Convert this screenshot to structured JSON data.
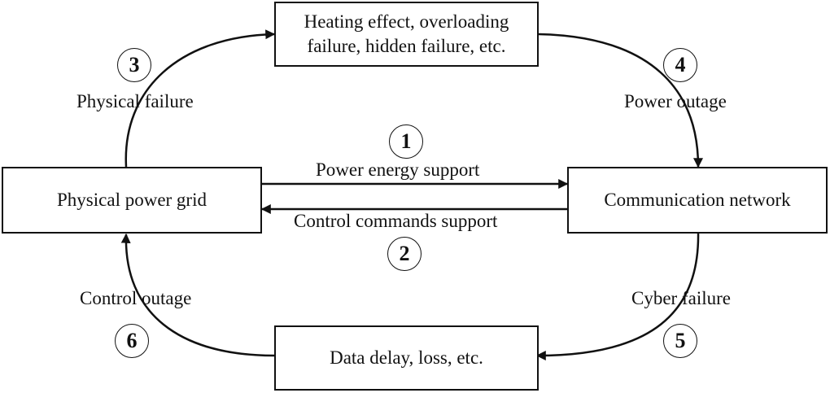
{
  "nodes": {
    "top": [
      "Heating effect, overloading",
      "failure, hidden failure, etc."
    ],
    "left": "Physical power grid",
    "right": "Communication network",
    "bottom": "Data delay, loss, etc."
  },
  "edges": {
    "power_energy_support": "Power energy support",
    "control_commands_support": "Control commands support",
    "physical_failure": "Physical failure",
    "power_outage": "Power outage",
    "cyber_failure": "Cyber failure",
    "control_outage": "Control outage"
  },
  "steps": [
    "1",
    "2",
    "3",
    "4",
    "5",
    "6"
  ]
}
